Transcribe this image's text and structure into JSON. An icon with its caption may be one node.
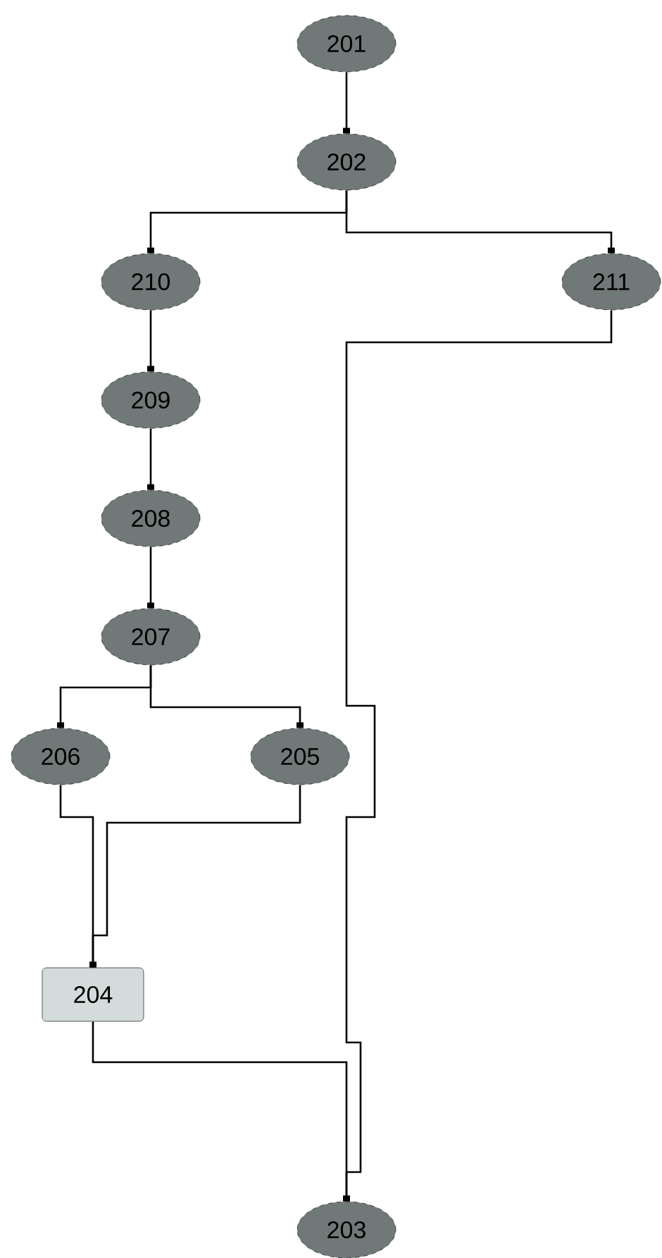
{
  "diagram": {
    "nodes": [
      {
        "text": [
          "201"
        ]
      },
      {
        "text": [
          "202"
        ]
      },
      {
        "text": [
          "210"
        ]
      },
      {
        "text": [
          "211"
        ]
      },
      {
        "text": [
          "209"
        ]
      },
      {
        "text": [
          "208"
        ]
      },
      {
        "text": [
          "207"
        ]
      },
      {
        "text": [
          "206"
        ]
      },
      {
        "text": [
          "205"
        ]
      },
      {
        "text": [
          "204"
        ]
      },
      {
        "text": [
          "203"
        ]
      }
    ],
    "edges": [
      {
        "from": 0,
        "to": 1,
        "arrow": "other"
      },
      {
        "from": 1,
        "to": 2,
        "arrow": "other"
      },
      {
        "from": 1,
        "to": 3,
        "arrow": "other"
      },
      {
        "from": 2,
        "to": 4,
        "arrow": "other"
      },
      {
        "from": 4,
        "to": 5,
        "arrow": "other"
      },
      {
        "from": 5,
        "to": 6,
        "arrow": "other"
      },
      {
        "from": 6,
        "to": 7,
        "arrow": "other"
      },
      {
        "from": 6,
        "to": 8,
        "arrow": "other"
      },
      {
        "from": 7,
        "to": 9,
        "arrow": "other"
      },
      {
        "from": 8,
        "to": 9,
        "arrow": "other"
      },
      {
        "from": 3,
        "to": 10,
        "arrow": "other"
      },
      {
        "from": 9,
        "to": 10,
        "arrow": "other"
      }
    ]
  }
}
